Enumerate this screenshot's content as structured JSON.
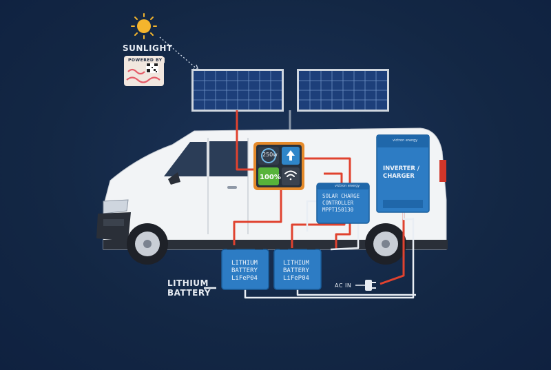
{
  "labels": {
    "sunlight": "SUNLIGHT",
    "powered_by": "POWERED BY",
    "lithium_battery": [
      "LITHIUM",
      "BATTERY"
    ],
    "ac_in": "AC IN"
  },
  "display": {
    "power_readout": "250w",
    "charge_level": "100%"
  },
  "solar_charge_controller": {
    "lines": [
      "SOLAR CHARGE",
      "CONTROLLER",
      "MPPT150130"
    ],
    "brand": "victron energy"
  },
  "inverter_charger": {
    "lines": [
      "INVERTER /",
      "CHARGER"
    ],
    "brand": "victron energy"
  },
  "batteries": [
    {
      "lines": [
        "LITHIUM",
        "BATTERY",
        "LiFeP04"
      ]
    },
    {
      "lines": [
        "LITHIUM",
        "BATTERY",
        "LiFeP04"
      ]
    }
  ],
  "icons": [
    "sun-icon",
    "arrow-up-icon",
    "wifi-icon",
    "plug-icon",
    "qr-code-icon"
  ],
  "colors": {
    "background": "#14284a",
    "victron_blue": "#2d7cc4",
    "cable_red": "#e0422f",
    "cable_white": "#e9eef4",
    "screen_frame": "#e58a2a",
    "charge_green": "#57b33a"
  }
}
